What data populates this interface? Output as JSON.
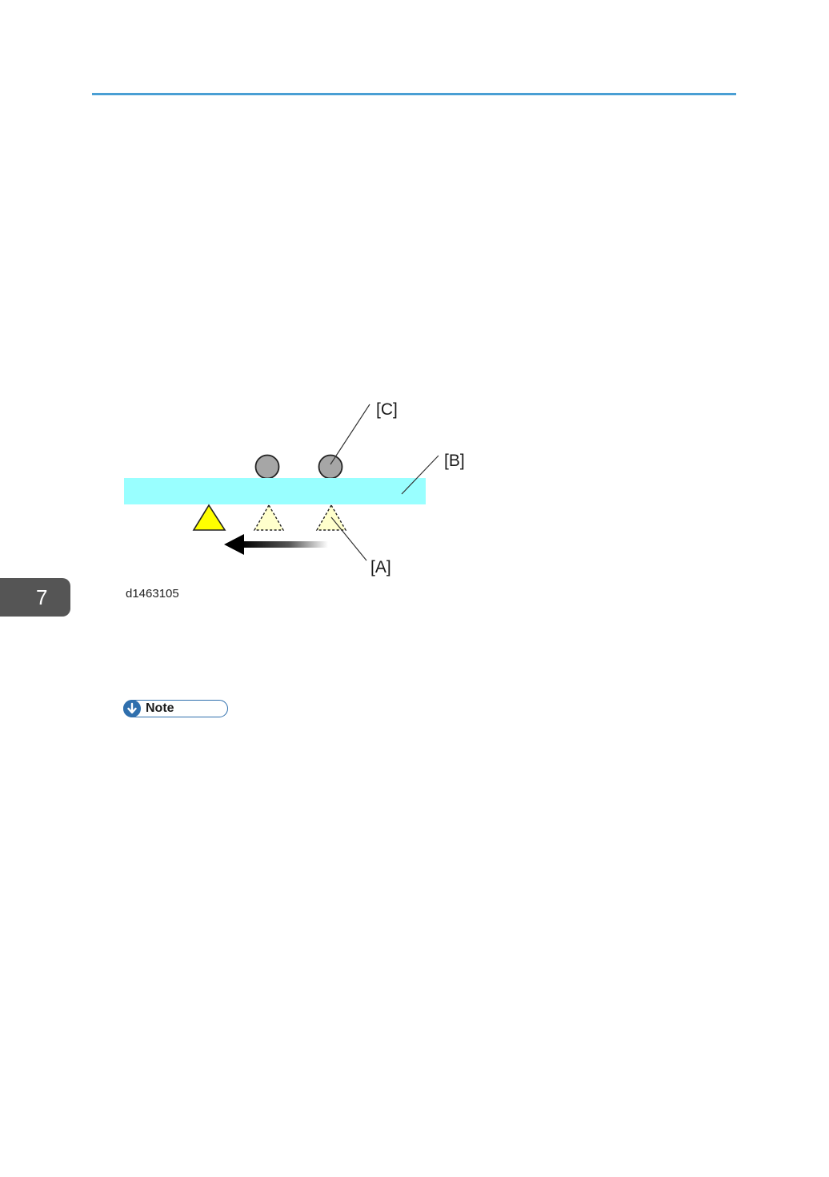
{
  "header": {
    "rule_color": "#4a9fd4"
  },
  "figure": {
    "labels": {
      "a": "[A]",
      "b": "[B]",
      "c": "[C]"
    },
    "figure_id": "d1463105",
    "colors": {
      "belt": "#99ffff",
      "roller": "#a6a6a6",
      "pattern_active": "#ffff00",
      "pattern_ghost": "#ffffcc",
      "arrow": "#000000"
    },
    "movement_direction": "left"
  },
  "chapter_tab": {
    "number": "7"
  },
  "note": {
    "label": "Note",
    "icon": "down-arrow-circle-icon"
  }
}
